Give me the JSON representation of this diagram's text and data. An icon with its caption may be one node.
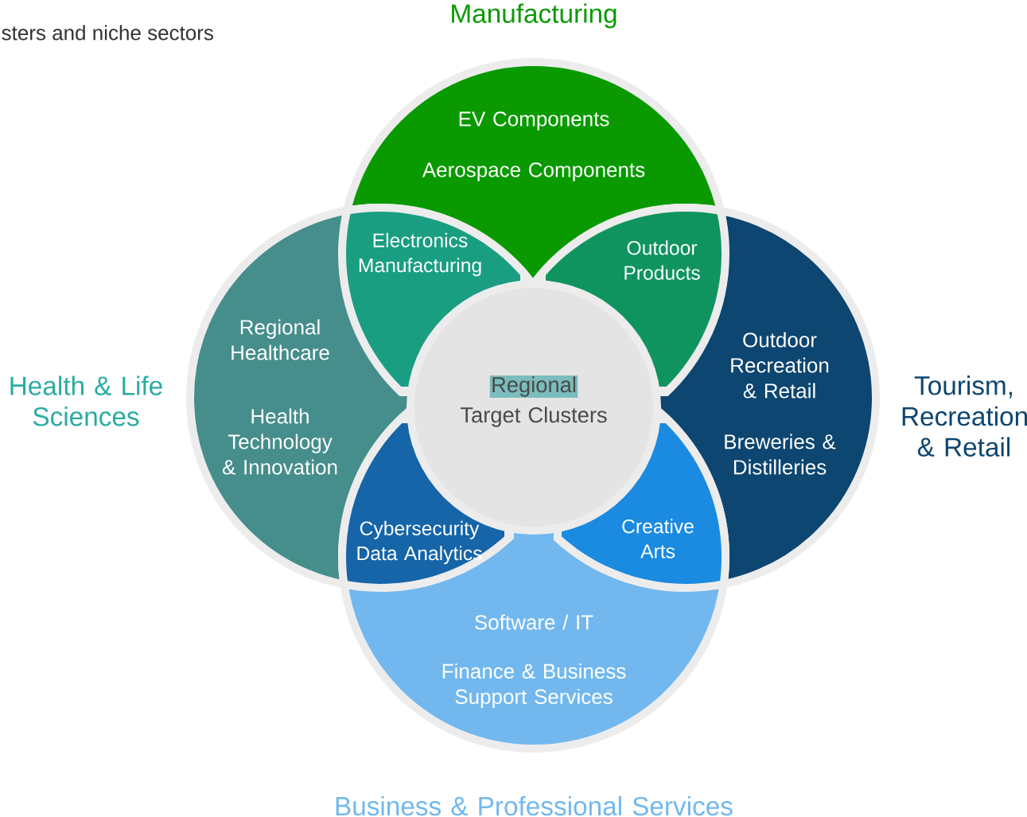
{
  "diagram": {
    "nodes": [
      {
        "text": [
          "Manufacturing",
          "EV Components",
          "Aerospace Components"
        ]
      },
      {
        "text": [
          "Electronics Manufacturing"
        ]
      },
      {
        "text": [
          "Outdoor Products"
        ]
      },
      {
        "text": [
          "Health & Life Sciences",
          "Regional Healthcare",
          "Health Technology & Innovation"
        ]
      },
      {
        "text": [
          "Regional",
          "Target Clusters"
        ]
      },
      {
        "text": [
          "Tourism, Recreation & Retail",
          "Outdoor Recreation & Retail",
          "Breweries & Distilleries"
        ]
      },
      {
        "text": [
          "Cybersecurity Data Analytics"
        ]
      },
      {
        "text": [
          "Creative Arts"
        ]
      },
      {
        "text": [
          "Software / IT",
          "Finance & Business Support Services",
          "Business & Professional Services"
        ]
      }
    ],
    "labels": [
      "sters and niche sectors"
    ]
  }
}
